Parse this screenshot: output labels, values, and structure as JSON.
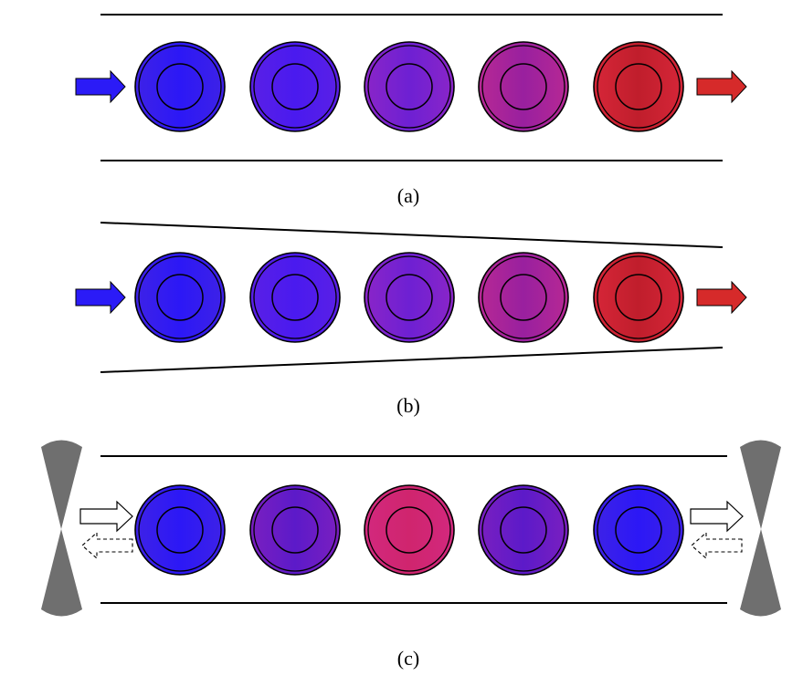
{
  "panels": [
    {
      "label": "(a)",
      "channel": "straight",
      "particles": [
        {
          "edge": "#3e22e6",
          "mid": "#3a1cf1",
          "center": "#2c18f6"
        },
        {
          "edge": "#5a20e6",
          "mid": "#4e1bec",
          "center": "#4a1aef"
        },
        {
          "edge": "#8a25c8",
          "mid": "#7d22cc",
          "center": "#6e20d3"
        },
        {
          "edge": "#b72894",
          "mid": "#a52399",
          "center": "#99209f"
        },
        {
          "edge": "#d62638",
          "mid": "#c82231",
          "center": "#c01e2c"
        }
      ],
      "inlet_arrow": {
        "fill": "#2b1bf7",
        "style": "solid"
      },
      "outlet_arrow": {
        "fill": "#d62a2a",
        "style": "solid"
      }
    },
    {
      "label": "(b)",
      "channel": "tapered",
      "particles": [
        {
          "edge": "#3e22e6",
          "mid": "#3a1cf1",
          "center": "#2c18f6"
        },
        {
          "edge": "#5a20e6",
          "mid": "#4e1bec",
          "center": "#4a1aef"
        },
        {
          "edge": "#8a25c8",
          "mid": "#7d22cc",
          "center": "#6e20d3"
        },
        {
          "edge": "#b72894",
          "mid": "#a52399",
          "center": "#99209f"
        },
        {
          "edge": "#d62638",
          "mid": "#c82231",
          "center": "#c01e2c"
        }
      ],
      "inlet_arrow": {
        "fill": "#2b1bf7",
        "style": "solid"
      },
      "outlet_arrow": {
        "fill": "#d62a2a",
        "style": "solid"
      }
    },
    {
      "label": "(c)",
      "channel": "straight-with-beams",
      "particles": [
        {
          "edge": "#3e22e6",
          "mid": "#3a1cf1",
          "center": "#2c18f6"
        },
        {
          "edge": "#7a1fc0",
          "mid": "#6a1cc8",
          "center": "#5c1ac9"
        },
        {
          "edge": "#d2287e",
          "mid": "#c9247d",
          "center": "#d0256e"
        },
        {
          "edge": "#7a1fc0",
          "mid": "#6a1cc8",
          "center": "#5c1ac9"
        },
        {
          "edge": "#3e22e6",
          "mid": "#3a1cf1",
          "center": "#2c18f6"
        }
      ],
      "inlet_arrow": {
        "fill": "#ffffff",
        "style": "outline"
      },
      "outlet_arrow": {
        "fill": "#ffffff",
        "style": "outline"
      },
      "reflected_arrow": {
        "style": "dashed"
      },
      "beam_color": "#6f6f6f"
    }
  ]
}
